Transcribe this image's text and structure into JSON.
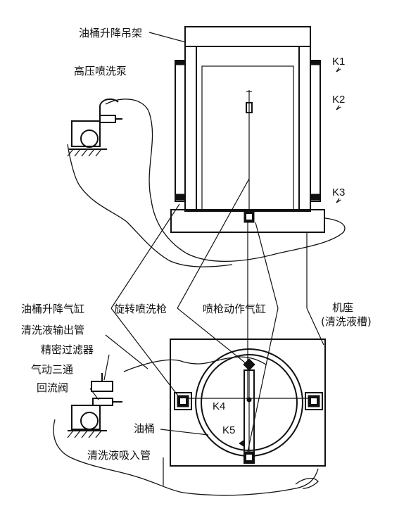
{
  "labels": {
    "hanger_frame": "油桶升降吊架",
    "hp_pump": "高压喷洗泵",
    "k1": "K1",
    "k2": "K2",
    "k3": "K3",
    "k4": "K4",
    "k5": "K5",
    "lift_cylinder": "油桶升降气缸",
    "rotary_gun": "旋转喷洗枪",
    "gun_cylinder": "喷枪动作气缸",
    "base": "机座",
    "base_sub": "(清洗液槽)",
    "outlet_pipe": "清洗液输出管",
    "precision_filter": "精密过滤器",
    "three_way_valve_l1": "气动三通",
    "three_way_valve_l2": "回流阀",
    "oil_drum": "油桶",
    "inlet_pipe": "清洗液吸入管"
  }
}
